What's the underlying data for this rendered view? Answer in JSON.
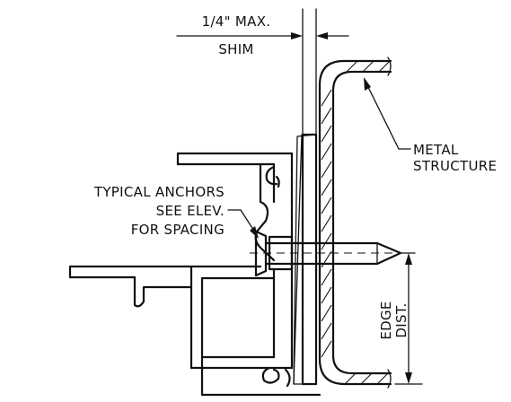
{
  "labels": {
    "shim_max": "1/4\" MAX.",
    "shim": "SHIM",
    "metal_line1": "METAL",
    "metal_line2": "STRUCTURE",
    "anchors_line1": "TYPICAL ANCHORS",
    "anchors_line2": "SEE ELEV.",
    "anchors_line3": "FOR SPACING",
    "edge": "EDGE",
    "dist": "DIST."
  }
}
